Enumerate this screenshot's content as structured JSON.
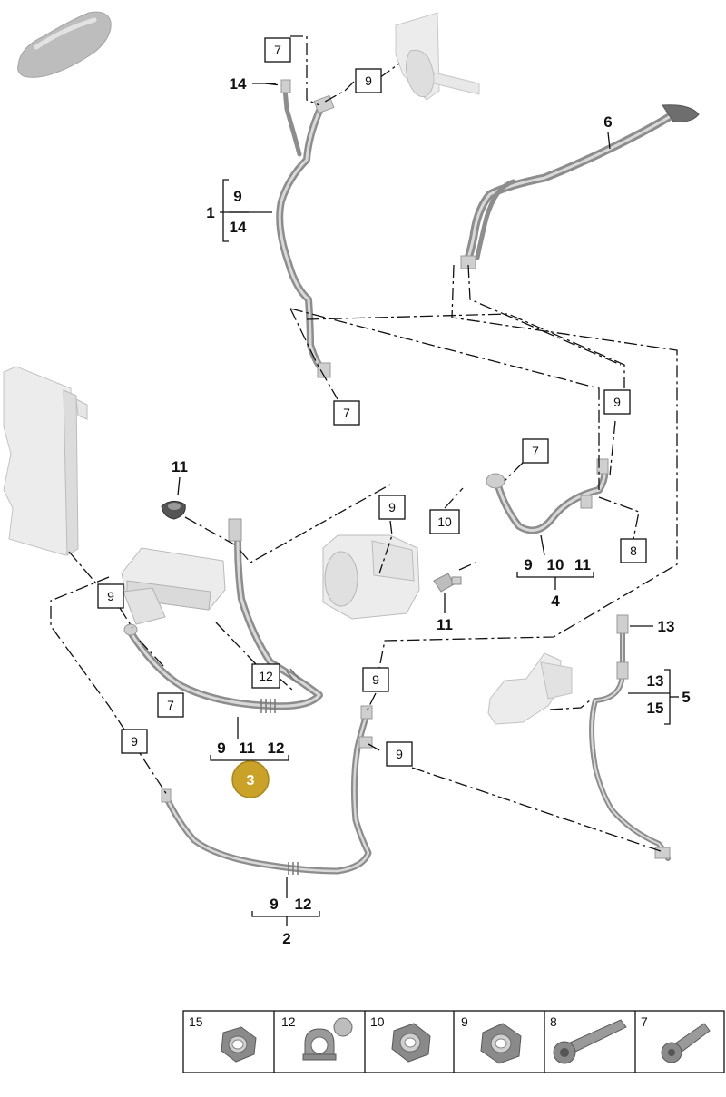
{
  "diagram": {
    "main_part": "3",
    "accent_color": "#c9a227",
    "callouts": {
      "c14_top": "14",
      "c1": "1",
      "c1_a": "9",
      "c1_b": "14",
      "c6": "6",
      "c11_left": "11",
      "c11_mid": "11",
      "c13": "13",
      "c5": "5",
      "c5_a": "13",
      "c5_b": "15",
      "g4_a": "9",
      "g4_b": "10",
      "g4_c": "11",
      "g4_total": "4",
      "g3_a": "9",
      "g3_b": "11",
      "g3_c": "12",
      "g2_a": "9",
      "g2_b": "12",
      "g2_total": "2"
    },
    "boxes": {
      "b_top7": "7",
      "b_top9": "9",
      "b_mid7": "7",
      "b_right9": "9",
      "b_mid7b": "7",
      "b_comp9": "9",
      "b_comp10": "10",
      "b_right8": "8",
      "b_left9": "9",
      "b_left12": "12",
      "b_left7": "7",
      "b_low9a": "9",
      "b_low9b": "9",
      "b_low9c": "9"
    }
  },
  "legend": [
    {
      "number": "15",
      "icon": "hex-nut-icon"
    },
    {
      "number": "12",
      "icon": "hose-clip-icon"
    },
    {
      "number": "10",
      "icon": "hex-nut-icon"
    },
    {
      "number": "9",
      "icon": "hex-nut-icon"
    },
    {
      "number": "8",
      "icon": "bolt-icon"
    },
    {
      "number": "7",
      "icon": "bolt-icon"
    }
  ]
}
